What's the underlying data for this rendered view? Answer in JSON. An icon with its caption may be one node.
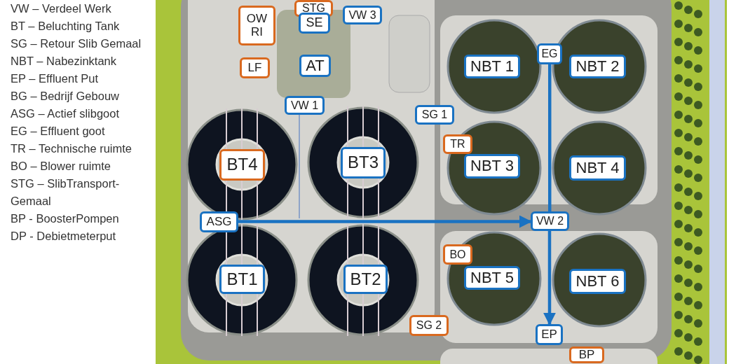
{
  "diagram": {
    "nodes": [
      {
        "text": [
          "STG"
        ]
      },
      {
        "text": [
          "OW RI"
        ]
      },
      {
        "text": [
          "SE"
        ]
      },
      {
        "text": [
          "VW 3"
        ]
      },
      {
        "text": [
          "EG"
        ]
      },
      {
        "text": [
          "NBT 1"
        ]
      },
      {
        "text": [
          "NBT 2"
        ]
      },
      {
        "text": [
          "LF"
        ]
      },
      {
        "text": [
          "AT"
        ]
      },
      {
        "text": [
          "VW 1"
        ]
      },
      {
        "text": [
          "SG 1"
        ]
      },
      {
        "text": [
          "TR"
        ]
      },
      {
        "text": [
          "BT4"
        ]
      },
      {
        "text": [
          "BT3"
        ]
      },
      {
        "text": [
          "NBT 3"
        ]
      },
      {
        "text": [
          "NBT 4"
        ]
      },
      {
        "text": [
          "ASG"
        ]
      },
      {
        "text": [
          "VW 2"
        ]
      },
      {
        "text": [
          "BO"
        ]
      },
      {
        "text": [
          "BT1"
        ]
      },
      {
        "text": [
          "BT2"
        ]
      },
      {
        "text": [
          "NBT 5"
        ]
      },
      {
        "text": [
          "NBT 6"
        ]
      },
      {
        "text": [
          "SG 2"
        ]
      },
      {
        "text": [
          "EP"
        ]
      },
      {
        "text": [
          "BP"
        ]
      }
    ],
    "edges": [
      {
        "from": 16,
        "to": 17,
        "arrow": "to"
      },
      {
        "from": 4,
        "to": 17,
        "arrow": "none"
      },
      {
        "from": 17,
        "to": 24,
        "arrow": "to"
      }
    ],
    "labels": [
      "VW – Verdeel Werk",
      "BT – Beluchting Tank",
      "SG – Retour Slib Gemaal",
      "NBT – Nabezinktank",
      "EP – Effluent Put",
      "BG – Bedrijf Gebouw",
      "ASG – Actief slibgoot",
      "EG – Effluent goot",
      "TR – Technische ruimte",
      "BO – Blower ruimte",
      "STG – SlibTransport-Gemaal",
      "BP - BoosterPompen",
      "DP - Debietmeterput"
    ]
  }
}
